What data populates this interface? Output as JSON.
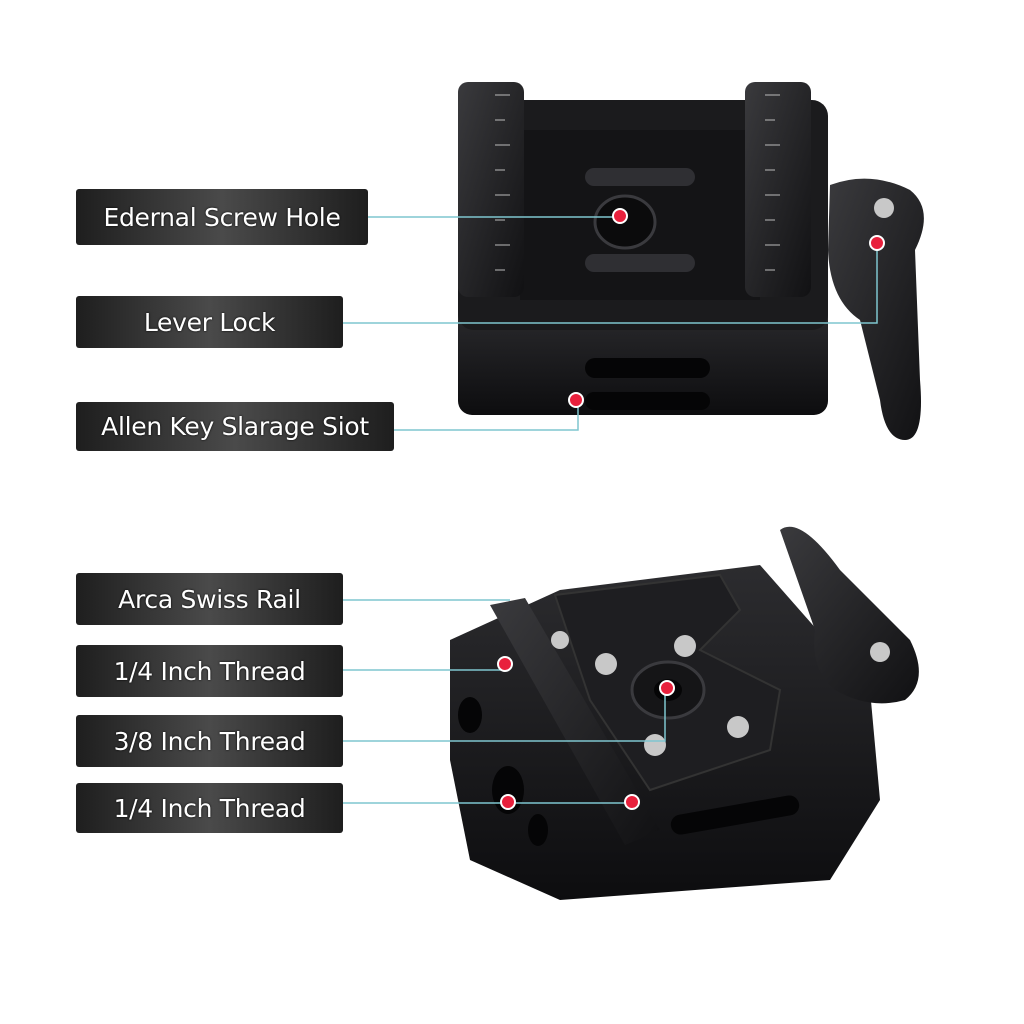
{
  "labels": {
    "external_screw_hole": "Edernal Screw Hole",
    "lever_lock": "Lever Lock",
    "allen_key_slot": "Allen Key Slarage Siot",
    "arca_swiss_rail": "Arca Swiss Rail",
    "quarter_thread_1": "1/4 Inch Thread",
    "three_eighths_thread": "3/8 Inch Thread",
    "quarter_thread_2": "1/4 Inch Thread"
  },
  "colors": {
    "leader_line": "#7fc6cf",
    "marker": "#e8203c",
    "label_bg": "#2a2a2a",
    "metal": "#1c1c1e"
  }
}
